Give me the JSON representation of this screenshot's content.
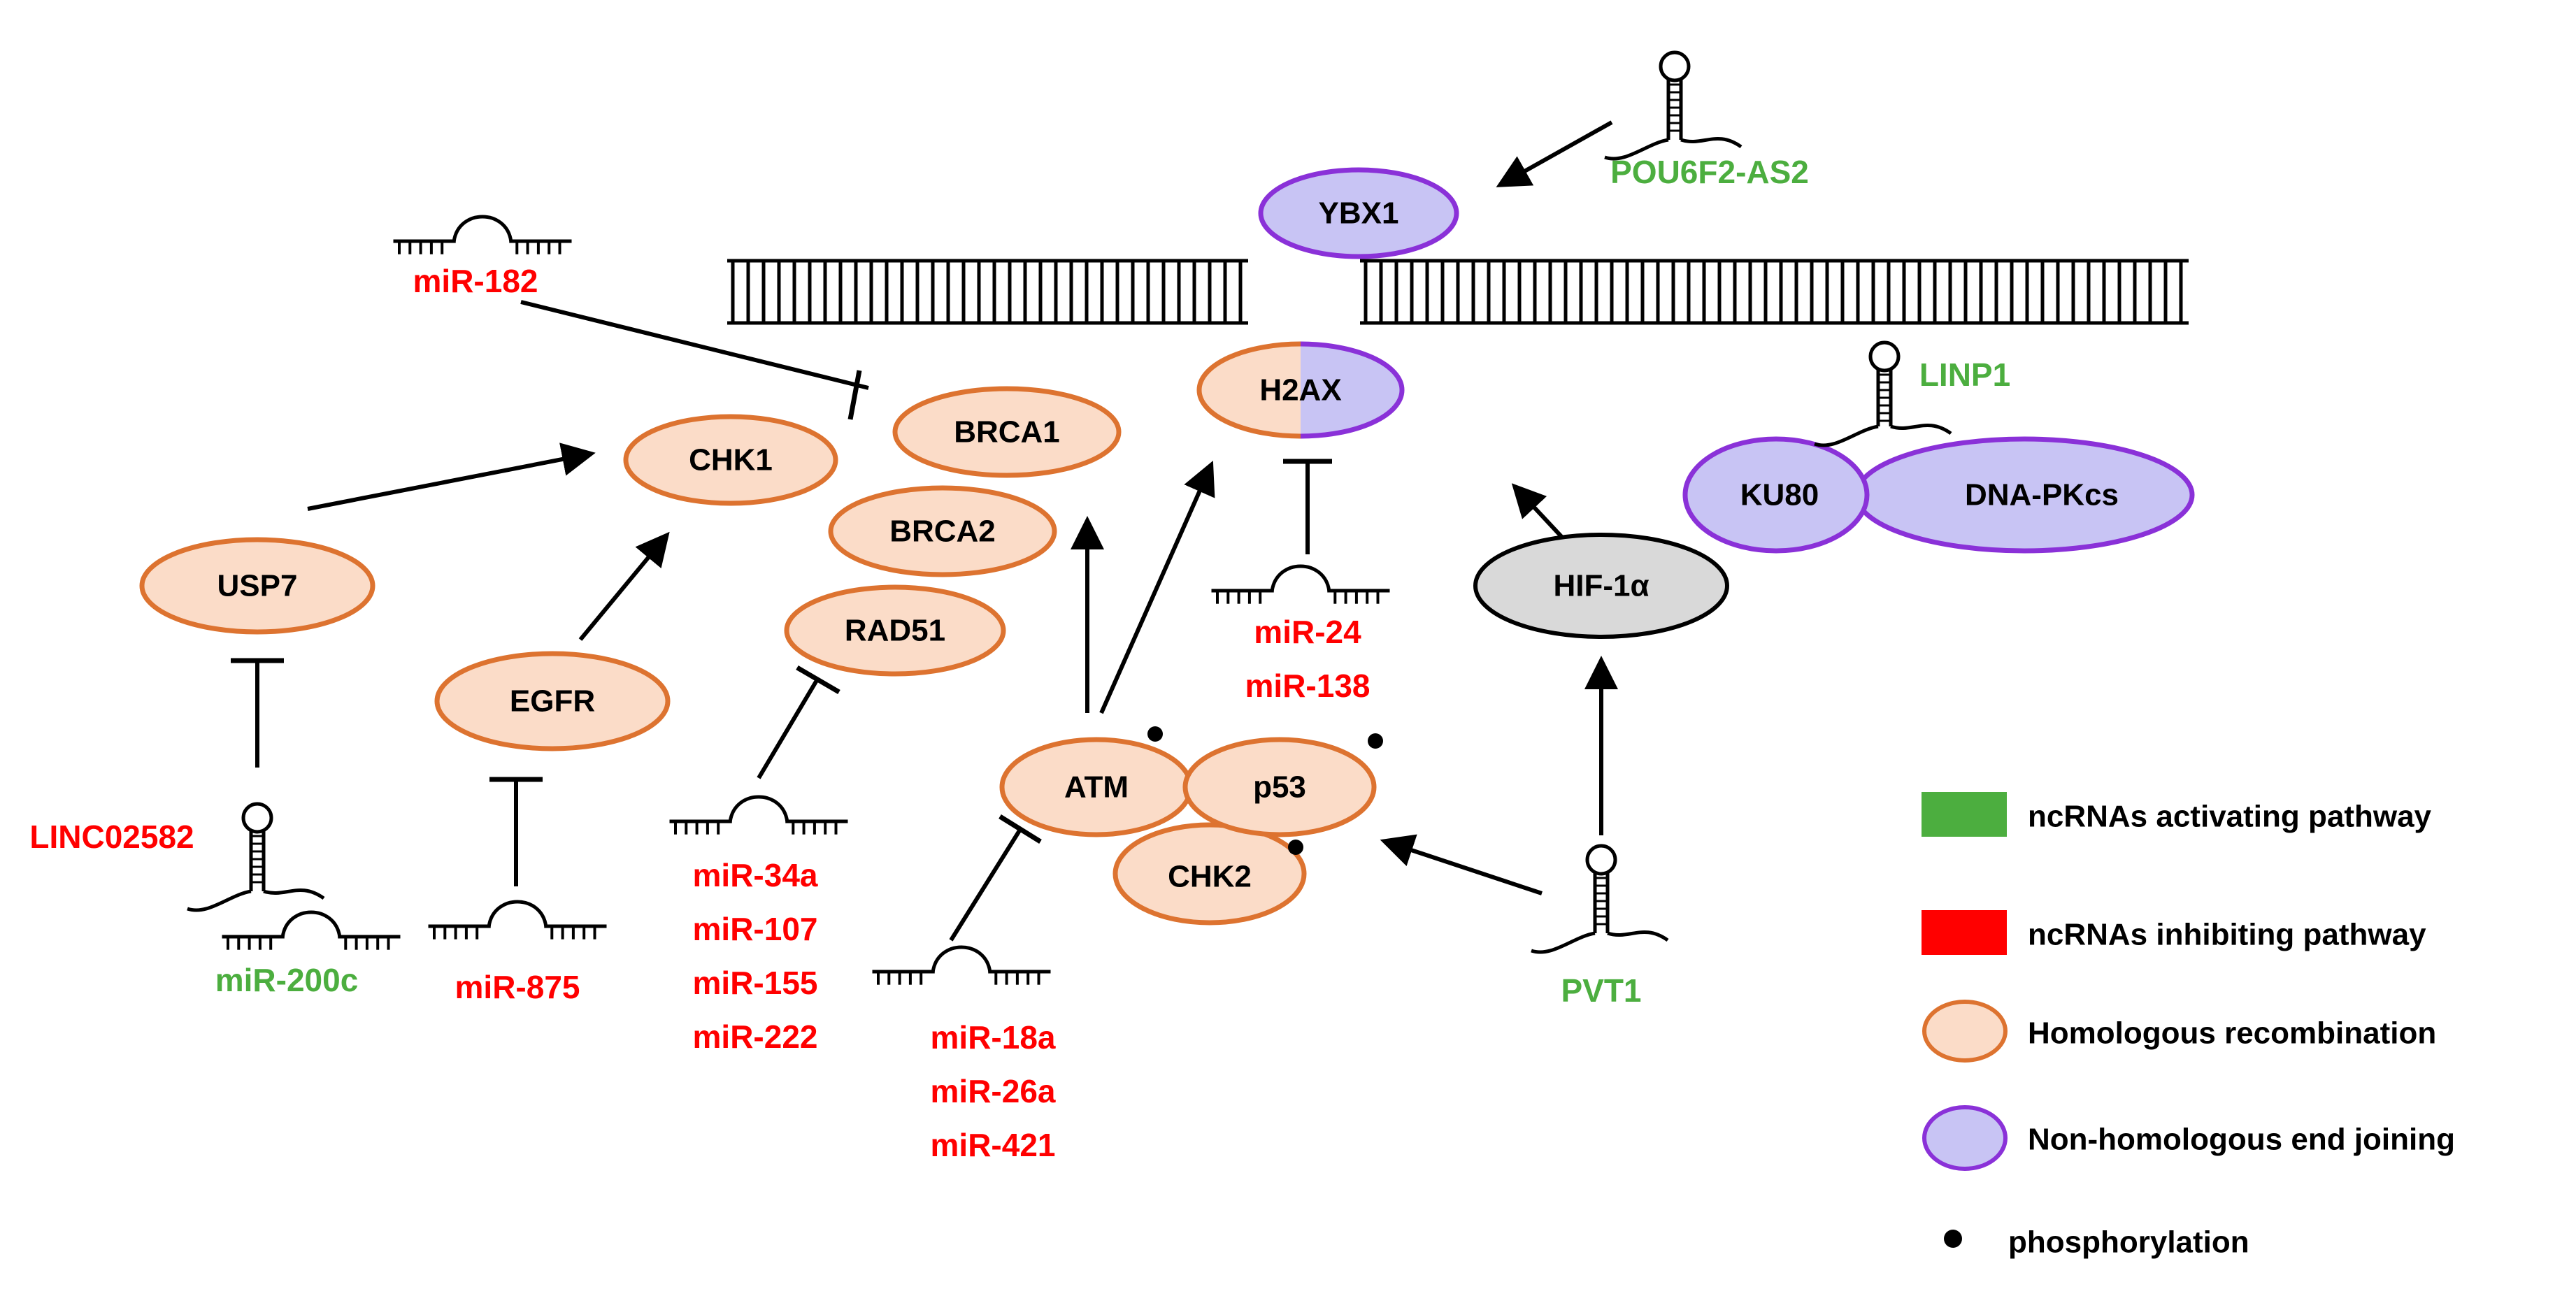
{
  "colors": {
    "activating": "#4cae3f",
    "inhibiting": "#ff0000",
    "hr_fill": "#fbdcc8",
    "hr_stroke": "#dd7330",
    "nhej_fill": "#c8c4f4",
    "nhej_stroke": "#8a31d8",
    "hif_fill": "#d9d9d9",
    "line": "#000000"
  },
  "nodes": {
    "ybx1": "YBX1",
    "h2ax": "H2AX",
    "ku80": "KU80",
    "dnapkcs": "DNA-PKcs",
    "hif1a": "HIF-1α",
    "chk1": "CHK1",
    "brca1": "BRCA1",
    "brca2": "BRCA2",
    "rad51": "RAD51",
    "usp7": "USP7",
    "egfr": "EGFR",
    "atm": "ATM",
    "p53": "p53",
    "chk2": "CHK2"
  },
  "ncrnas": {
    "mir182": "miR-182",
    "pou6f2": "POU6F2-AS2",
    "linp1": "LINP1",
    "linc02582": "LINC02582",
    "mir200c": "miR-200c",
    "mir875": "miR-875",
    "mir34a": "miR-34a",
    "mir107": "miR-107",
    "mir155": "miR-155",
    "mir222": "miR-222",
    "mir18a": "miR-18a",
    "mir26a": "miR-26a",
    "mir421": "miR-421",
    "mir24": "miR-24",
    "mir138": "miR-138",
    "pvt1": "PVT1"
  },
  "legend": {
    "activating": "ncRNAs activating  pathway",
    "inhibiting": "ncRNAs inhibiting pathway",
    "hr": "Homologous recombination",
    "nhej": "Non-homologous end joining",
    "phospho": "phosphorylation"
  }
}
